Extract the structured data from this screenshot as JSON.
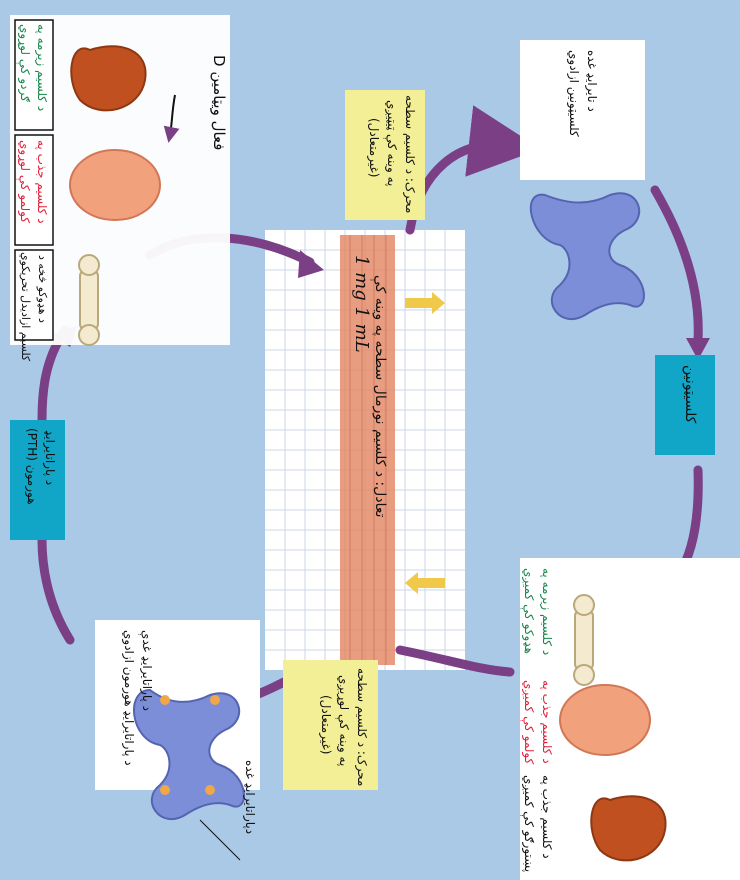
{
  "title_vitamin_d": "فعال ويټامين D",
  "center_axis_label": "تعادل: د کلسيم نورمال سطحه په وينه کې",
  "center_measure": "1 mg 1 mL",
  "stimulus_low": {
    "line1": "محرک: د کلسيم سطحه",
    "line2": "په وينه کې لوړيږي",
    "line3": "(غيرمتعادل)"
  },
  "stimulus_high": {
    "line1": "محرک: د کلسيم سطحه",
    "line2": "په وينه کې ټيټيږي",
    "line3": "(غيرمتعادل)"
  },
  "thyroid_release": {
    "line1": "د تايرايډ غده",
    "line2": "کلسيټونين ازادوي"
  },
  "calcitonin_label": "کلسيټونين",
  "pth_label": {
    "line1": "د پاراتايرايډ",
    "line2": "هورمون (PTH)"
  },
  "parathyroid_release": {
    "line1": "د پاراتايرايډ غدې",
    "line2": "د پاراتايرايډ هورمون ازادوي"
  },
  "parathyroid_gland": "دپاراتايرايډ غده",
  "top_right_bone": {
    "line1": "د کلسيم زيرمه په",
    "line2": "هډوکو کې کميږي"
  },
  "top_right_intestine": {
    "line1": "د کلسيم جذب په",
    "line2": "کولمو کې کميږي"
  },
  "top_right_kidney": {
    "line1": "د کلسيم جذب په",
    "line2": "پښتورګو کې کميږي"
  },
  "left_kidney": {
    "line1": "د کلسيم زيرمه په",
    "line2": "ګردو کې لوړوي"
  },
  "left_intestine": {
    "line1": "د کلسيم جذب په",
    "line2": "کولمو کې لوړوي"
  },
  "left_bone": {
    "line1": "د هډوکو څخه د",
    "line2": "کلسيم ازاديدل تحريکوي"
  },
  "colors": {
    "background": "#a9c9e6",
    "arrow": "#7b3f86",
    "note_box": "#f2ef96",
    "teal_box": "#11a6c7",
    "red_text": "#e0203a",
    "green_text": "#17864a",
    "bar_pink": "#e48b6a"
  }
}
